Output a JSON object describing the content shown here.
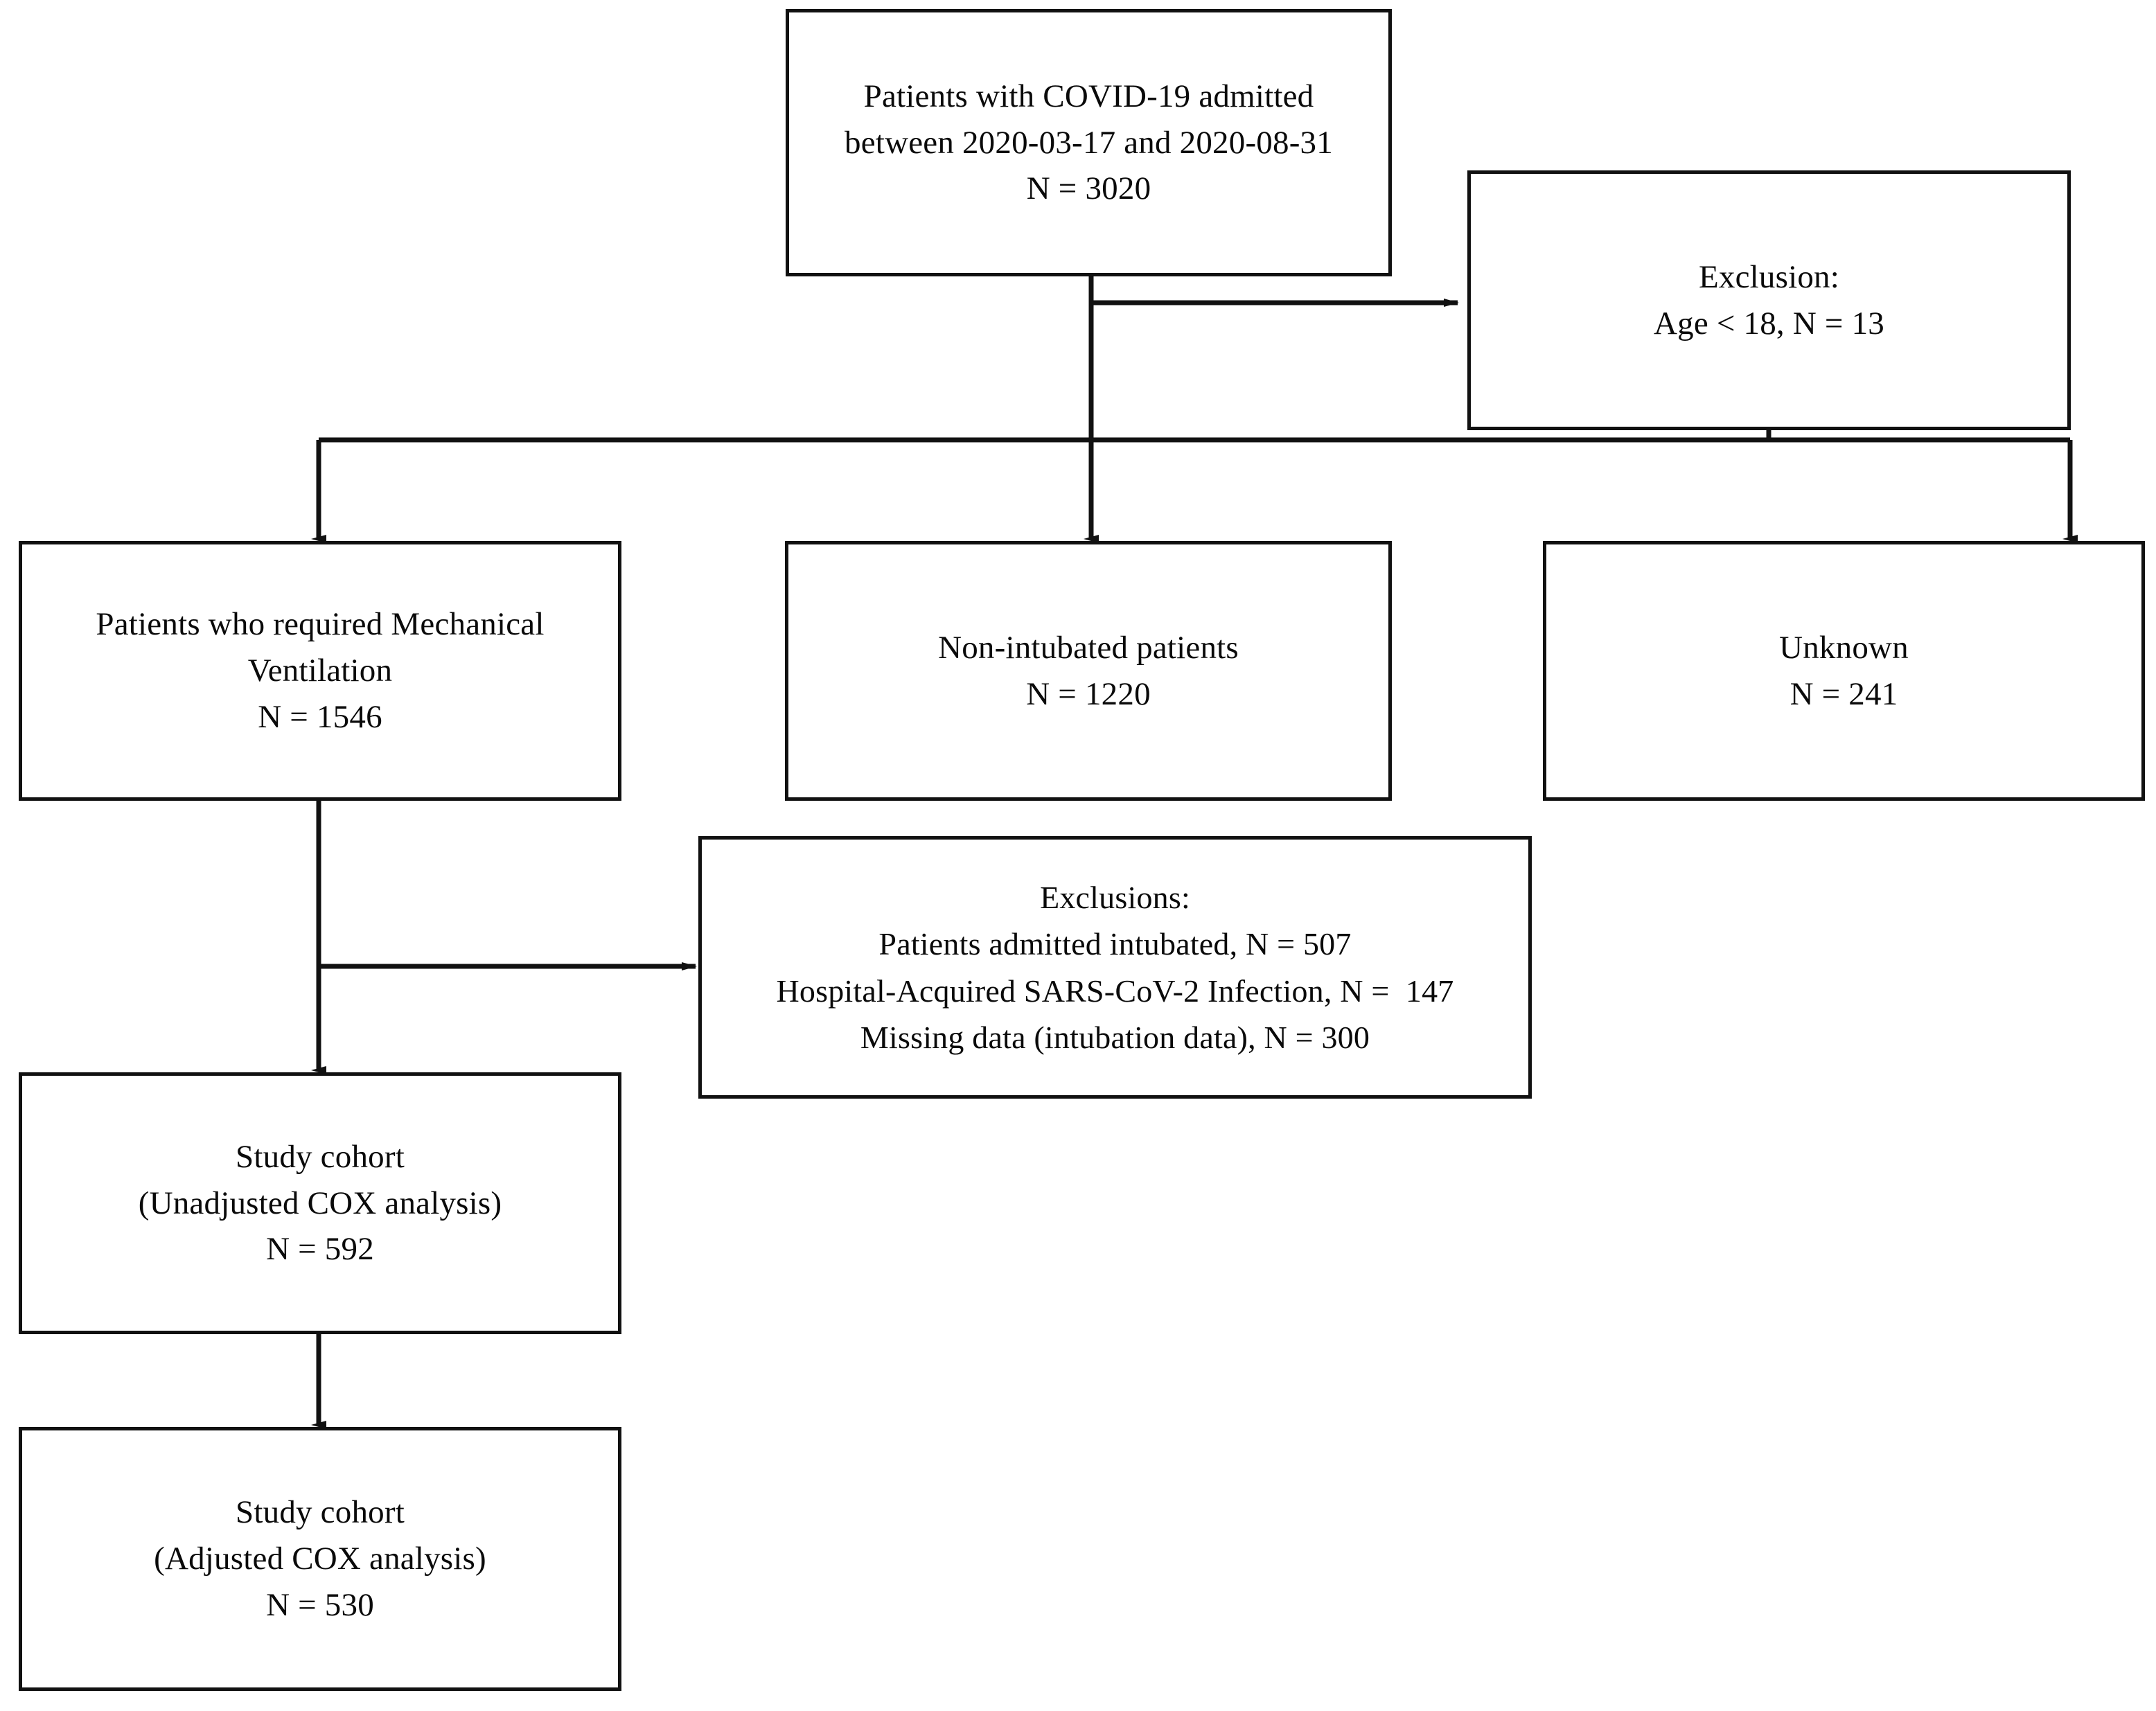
{
  "diagram": {
    "title": "COVID-19 mechanical ventilation study cohort flow diagram",
    "type": "flowchart",
    "stroke_color": "#111111",
    "background_color": "#ffffff",
    "boxes": {
      "admitted": {
        "name": "patients-admitted",
        "lines": [
          "Patients with COVID-19 admitted",
          "between 2020-03-17 and 2020-08-31",
          "N = 3020"
        ],
        "n": 3020
      },
      "exclusion_age": {
        "name": "exclusion-age",
        "lines": [
          "Exclusion:",
          "Age < 18, N = 13"
        ],
        "n": 13
      },
      "mech_vent": {
        "name": "mechanical-ventilation",
        "lines": [
          "Patients who required Mechanical",
          "Ventilation",
          "N = 1546"
        ],
        "n": 1546
      },
      "non_intubated": {
        "name": "non-intubated",
        "lines": [
          "Non-intubated patients",
          "N = 1220"
        ],
        "n": 1220
      },
      "unknown": {
        "name": "unknown",
        "lines": [
          "Unknown",
          "N = 241"
        ],
        "n": 241
      },
      "exclusions": {
        "name": "exclusions-list",
        "lines": [
          "Exclusions:",
          "Patients admitted intubated, N = 507",
          "Hospital-Acquired SARS-CoV-2 Infection, N =  147",
          "Missing data (intubation data), N = 300"
        ],
        "items": [
          {
            "label": "Patients admitted intubated",
            "n": 507
          },
          {
            "label": "Hospital-Acquired SARS-CoV-2 Infection",
            "n": 147
          },
          {
            "label": "Missing data (intubation data)",
            "n": 300
          }
        ]
      },
      "cohort_unadjusted": {
        "name": "study-cohort-unadjusted",
        "lines": [
          "Study cohort",
          "(Unadjusted COX analysis)",
          "N = 592"
        ],
        "n": 592
      },
      "cohort_adjusted": {
        "name": "study-cohort-adjusted",
        "lines": [
          "Study cohort",
          "(Adjusted COX analysis)",
          "N = 530"
        ],
        "n": 530
      }
    },
    "connectors": [
      {
        "from": "admitted",
        "to": "exclusion_age",
        "style": "elbow-right-arrow"
      },
      {
        "from": "admitted",
        "to": "mech_vent",
        "style": "split-down-arrow"
      },
      {
        "from": "admitted",
        "to": "non_intubated",
        "style": "split-down-arrow"
      },
      {
        "from": "admitted",
        "to": "unknown",
        "style": "split-down-arrow"
      },
      {
        "from": "exclusion_age",
        "to": "unknown",
        "style": "elbow-down"
      },
      {
        "from": "mech_vent",
        "to": "exclusions",
        "style": "elbow-right-arrow"
      },
      {
        "from": "mech_vent",
        "to": "cohort_unadjusted",
        "style": "down-arrow"
      },
      {
        "from": "cohort_unadjusted",
        "to": "cohort_adjusted",
        "style": "down-arrow"
      }
    ]
  }
}
